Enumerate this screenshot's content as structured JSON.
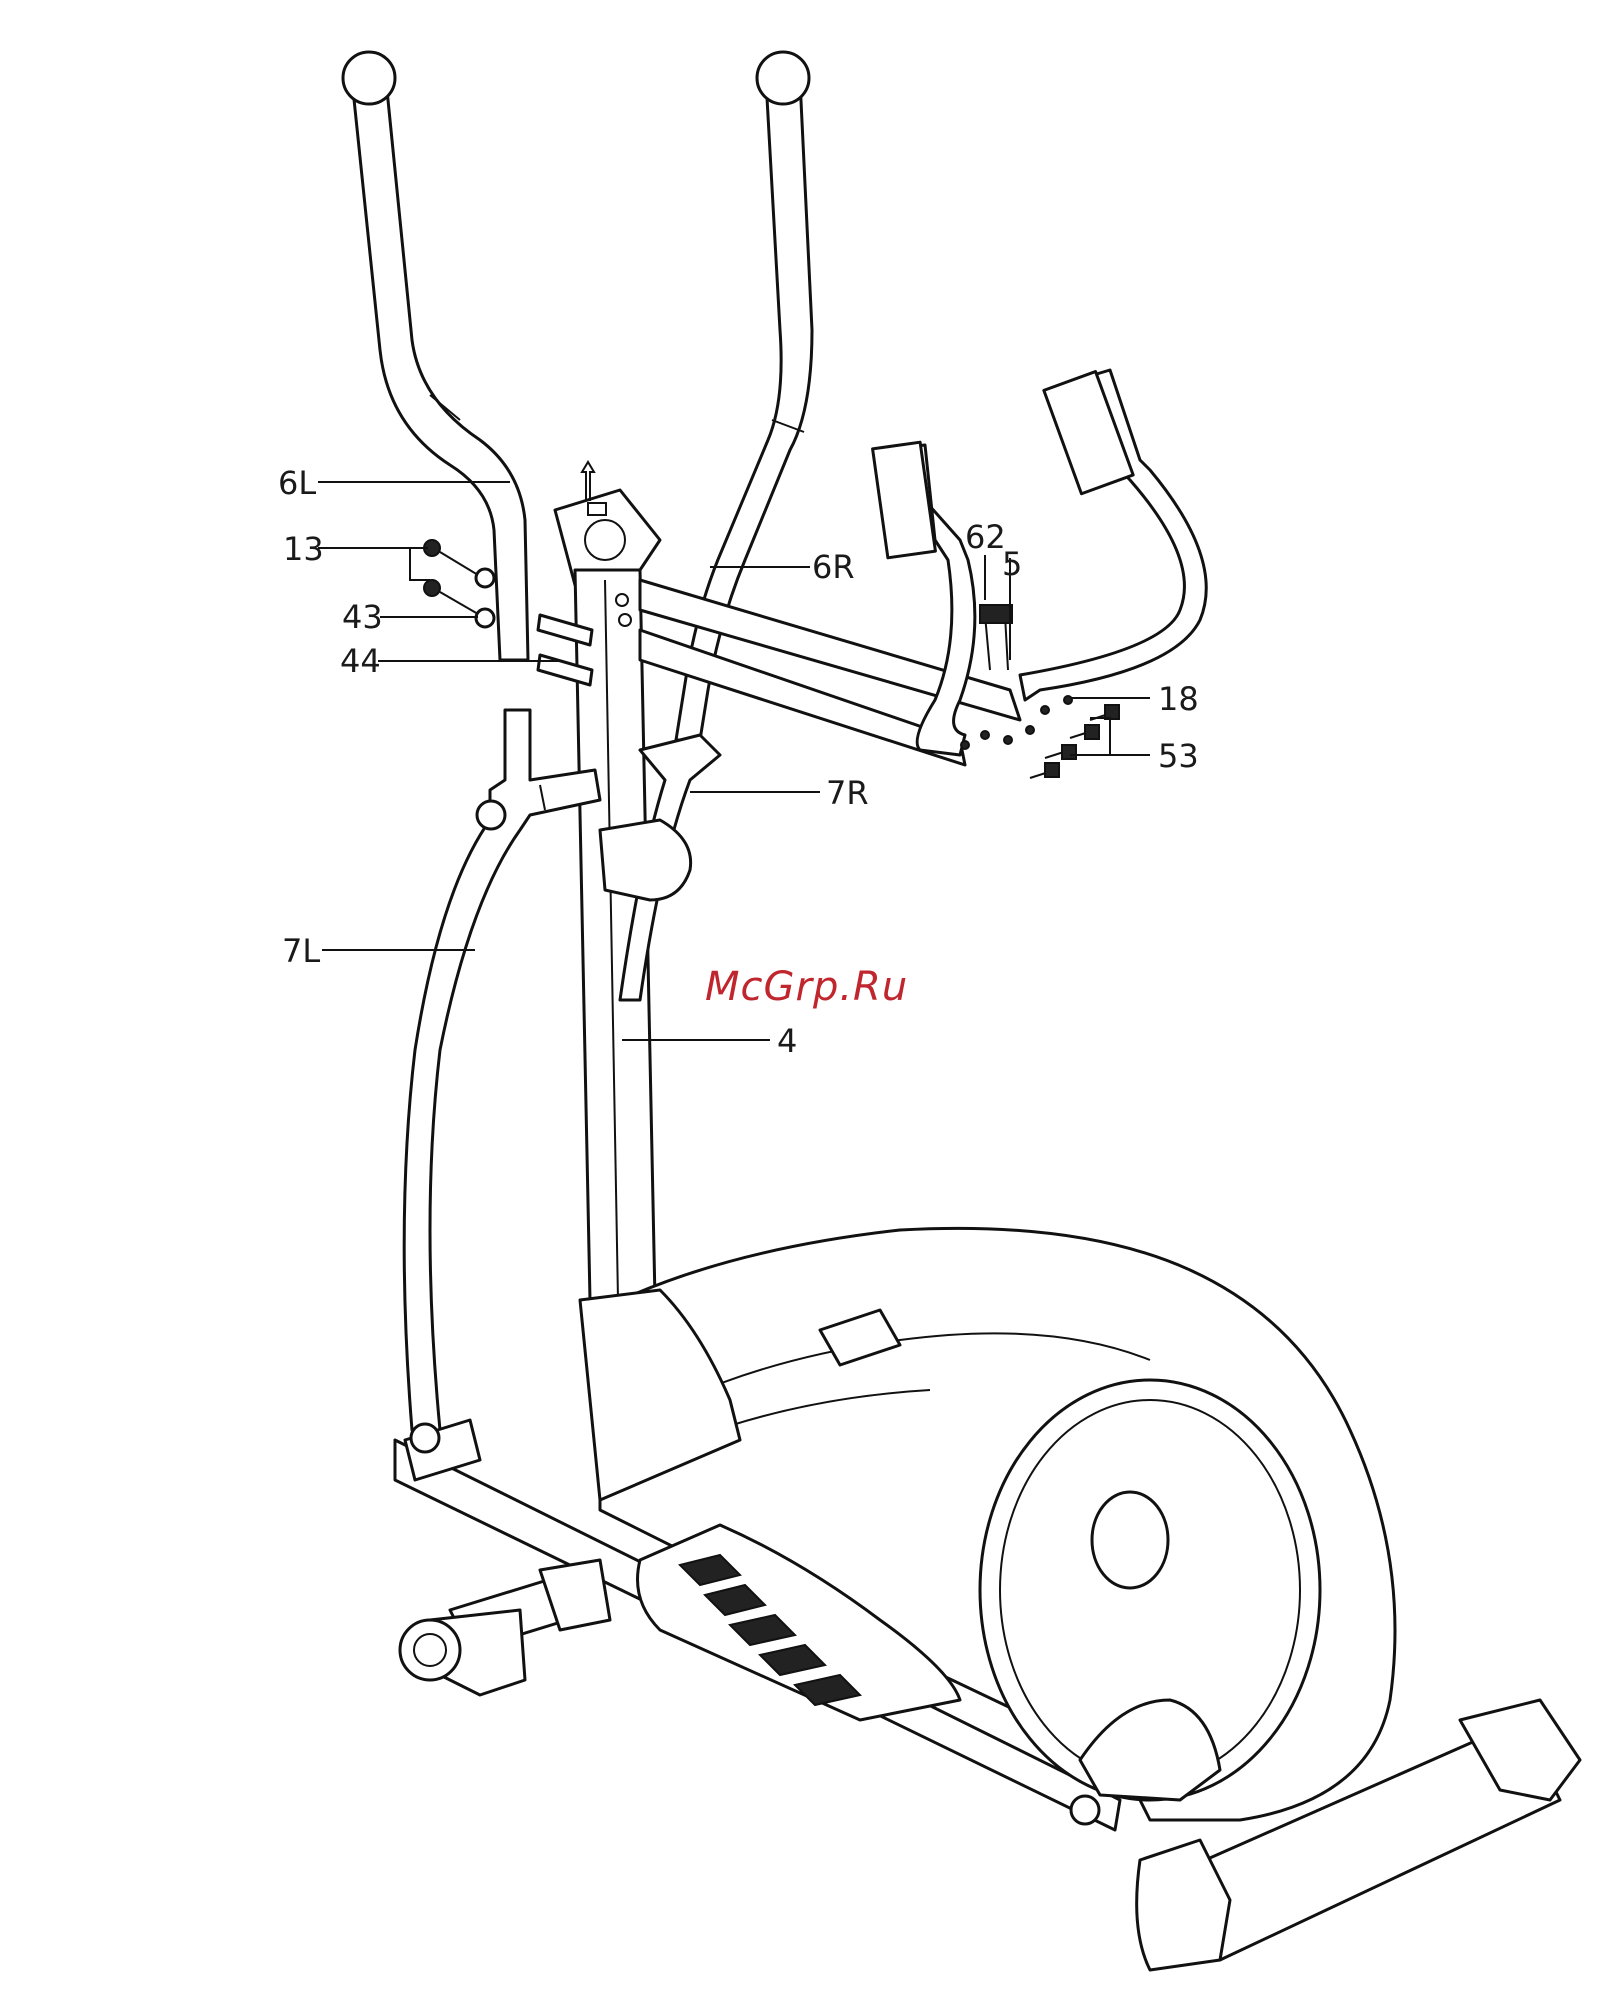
{
  "watermark": "McGrp.Ru",
  "callouts": {
    "c_6L": "6L",
    "c_13": "13",
    "c_43": "43",
    "c_44": "44",
    "c_6R": "6R",
    "c_62": "62",
    "c_5": "5",
    "c_18": "18",
    "c_53": "53",
    "c_7R": "7R",
    "c_7L": "7L",
    "c_4": "4"
  }
}
